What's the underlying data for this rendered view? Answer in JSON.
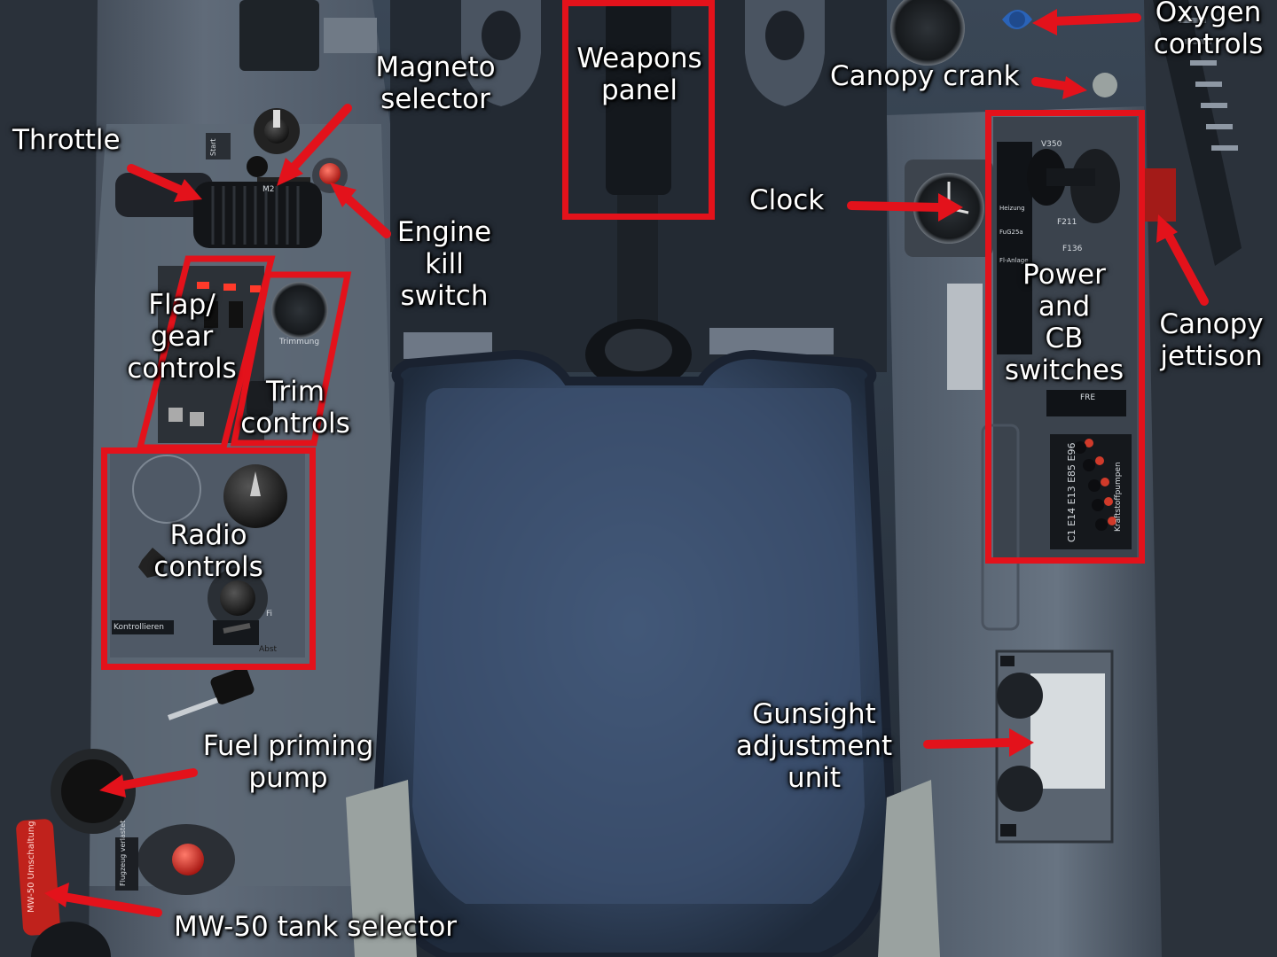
{
  "annotations": {
    "throttle": "Throttle",
    "magneto": "Magneto\nselector",
    "weapons": "Weapons\npanel",
    "canopy_crank": "Canopy crank",
    "oxygen": "Oxygen\ncontrols",
    "clock": "Clock",
    "engine_kill": "Engine\nkill\nswitch",
    "flap_gear": "Flap/\ngear\ncontrols",
    "trim": "Trim\ncontrols",
    "power_cb": "Power\nand\nCB\nswitches",
    "canopy_jettison": "Canopy\njettison",
    "radio": "Radio\ncontrols",
    "fuel_priming": "Fuel priming\npump",
    "gunsight": "Gunsight\nadjustment\nunit",
    "mw50": "MW-50 tank selector"
  },
  "placards": {
    "trimmung": "Trimmung",
    "kontrollieren": "Kontrollieren",
    "abst": "Abst",
    "fi": "Fi",
    "start": "Start",
    "m2": "M2",
    "v350": "V350",
    "f211": "F211",
    "f136": "F136",
    "heizung": "Heizung",
    "fu625": "FuG25a",
    "fl_anlage": "Fl-Anlage",
    "kraftstoffpumpen": "Kraftstoffpumpen",
    "circuit_codes": "C1 E14 E13 E85 E96",
    "fre": "FRE",
    "mw50_placard": "MW-50 Umschaltung",
    "flugzeug": "Flugzeug verlastet"
  },
  "colors": {
    "annotation_red": "#e3121b",
    "label_white": "#ffffff",
    "panel_metal": "#566271",
    "seat_blue": "#3b4e68",
    "indicator_red": "#ff3a2a"
  }
}
